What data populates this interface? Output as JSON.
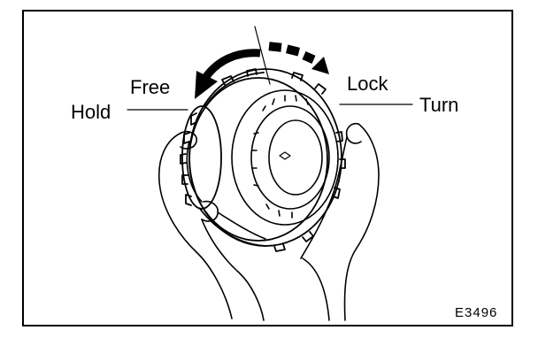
{
  "labels": {
    "free": "Free",
    "hold": "Hold",
    "lock": "Lock",
    "turn": "Turn"
  },
  "figure_code": "E3496",
  "icons": [
    "hand-icon",
    "clutch-gear-icon",
    "rotation-arrow-icon"
  ],
  "colors": {
    "ink": "#000000",
    "paper": "#ffffff"
  }
}
